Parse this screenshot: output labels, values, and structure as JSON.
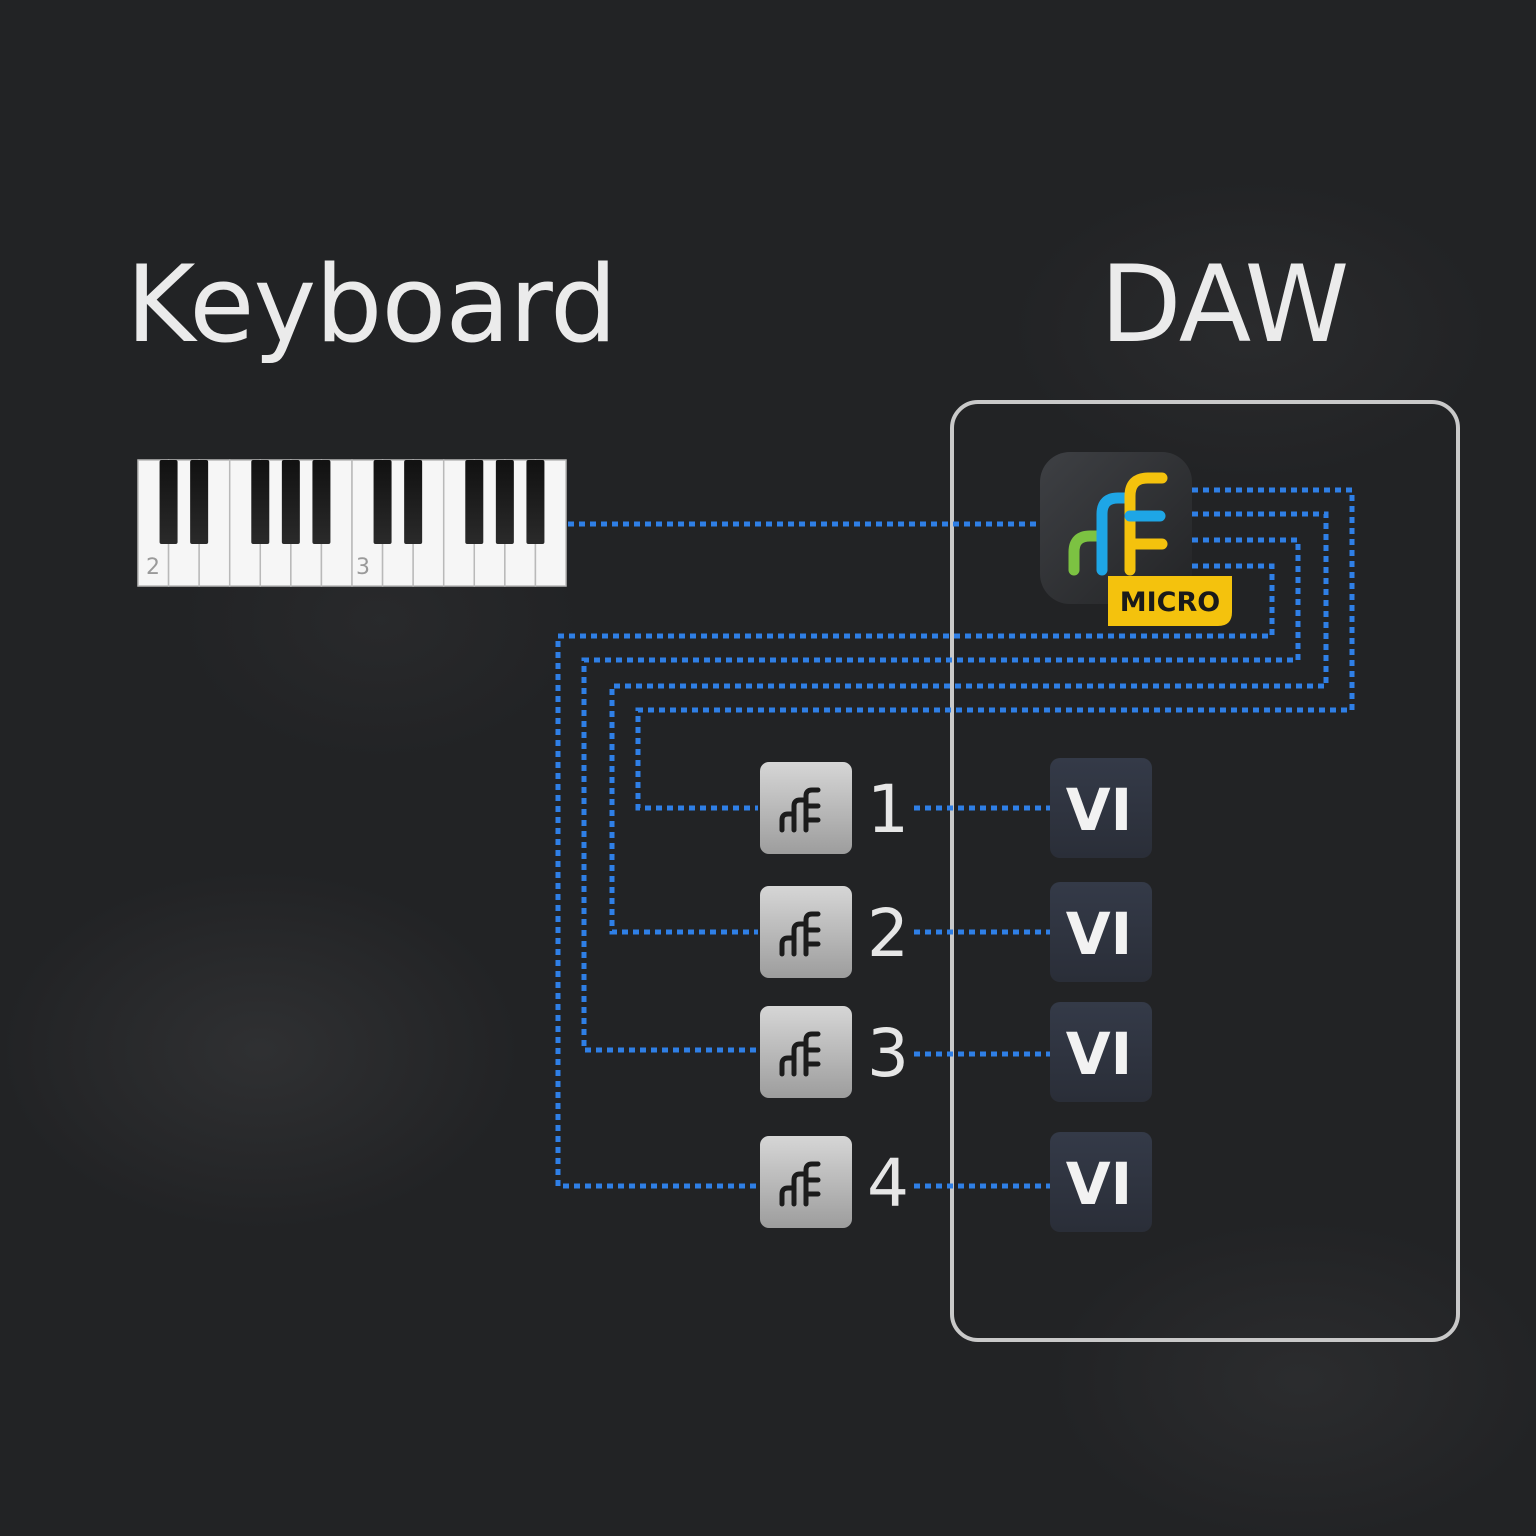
{
  "labels": {
    "keyboard": "Keyboard",
    "daw": "DAW"
  },
  "keyboard": {
    "octave_labels": [
      "2",
      "3"
    ]
  },
  "main_app": {
    "icon": "microtonal-app-icon",
    "badge": "MICRO"
  },
  "tracks": [
    {
      "number": "1",
      "instrument": "VI"
    },
    {
      "number": "2",
      "instrument": "VI"
    },
    {
      "number": "3",
      "instrument": "VI"
    },
    {
      "number": "4",
      "instrument": "VI"
    }
  ],
  "colors": {
    "background": "#222325",
    "connector": "#2f7fe6",
    "badge": "#f4c20d",
    "daw_border": "#c9c9c9",
    "logo_green": "#7cc242",
    "logo_blue": "#1ea6e6",
    "logo_yellow": "#f4c20d"
  }
}
